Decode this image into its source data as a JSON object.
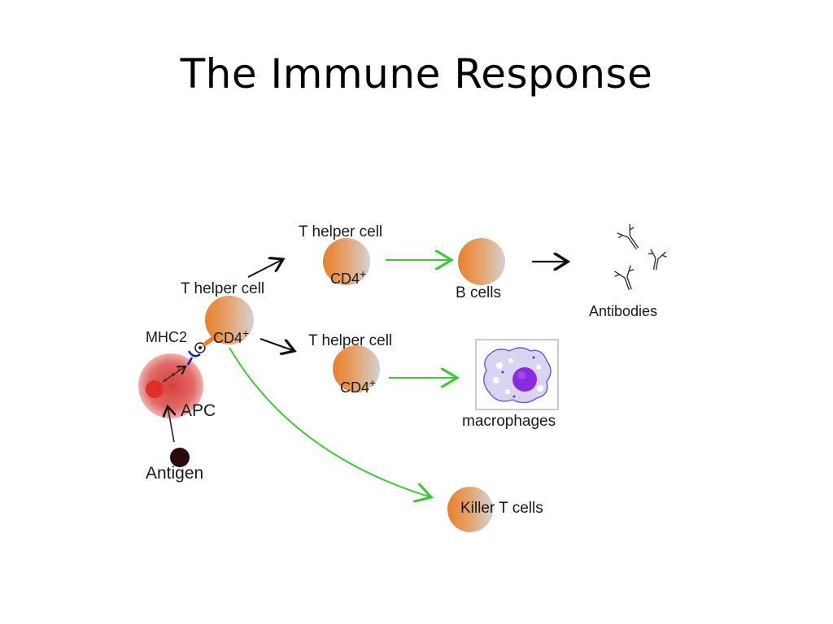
{
  "slide": {
    "title": "The Immune Response"
  },
  "labels": {
    "antigen": "Antigen",
    "apc": "APC",
    "mhc2": "MHC2",
    "t_helper_left": "T helper cell",
    "cd4_left": "CD4",
    "t_helper_top": "T helper cell",
    "cd4_top": "CD4",
    "t_helper_mid": "T helper cell",
    "cd4_mid": "CD4",
    "plus": "+",
    "b_cells": "B cells",
    "antibodies": "Antibodies",
    "macrophages": "macrophages",
    "killer_t_cells": "Killer T cells"
  },
  "colors": {
    "cell_orange": "#e8802a",
    "cell_grey": "#cfcfcf",
    "apc_red": "#d9534f",
    "antigen": "#2a0a0a",
    "green_arrow": "#3ec83a",
    "macrophage_purple": "#8a2be2"
  }
}
